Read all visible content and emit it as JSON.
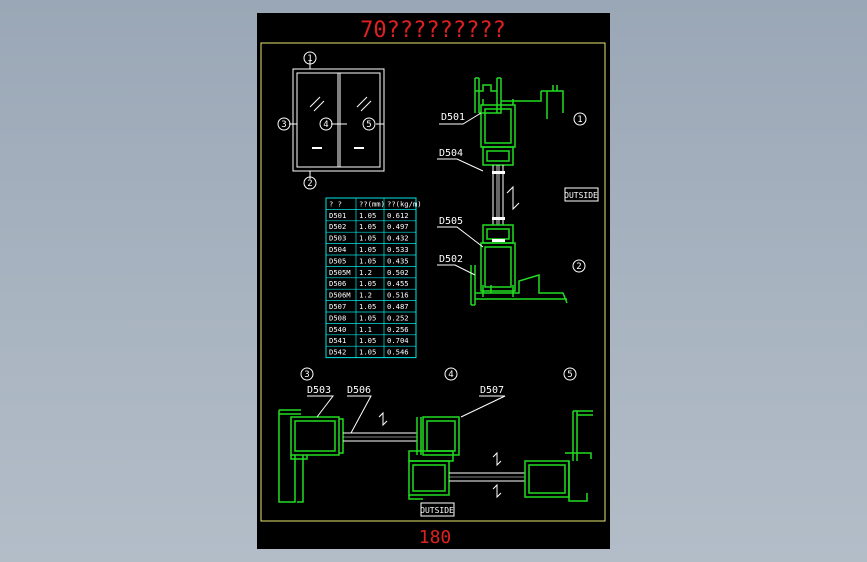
{
  "title": "70?????????",
  "page_number": "180",
  "labels": {
    "callout_1": "1",
    "callout_2": "2",
    "callout_3": "3",
    "callout_4": "4",
    "callout_5": "5",
    "outside_1": "OUTSIDE",
    "outside_2": "OUTSIDE",
    "profile_d501": "D501",
    "profile_d504": "D504",
    "profile_d505": "D505",
    "profile_d502": "D502",
    "profile_d503": "D503",
    "profile_d506": "D506",
    "profile_d507": "D507"
  },
  "table": {
    "headers": [
      "? ?",
      "??(mm)",
      "??(kg/m)"
    ],
    "rows": [
      [
        "D501",
        "1.05",
        "0.612"
      ],
      [
        "D502",
        "1.05",
        "0.497"
      ],
      [
        "D503",
        "1.05",
        "0.432"
      ],
      [
        "D504",
        "1.05",
        "0.533"
      ],
      [
        "D505",
        "1.05",
        "0.435"
      ],
      [
        "D505M",
        "1.2",
        "0.502"
      ],
      [
        "D506",
        "1.05",
        "0.455"
      ],
      [
        "D506M",
        "1.2",
        "0.516"
      ],
      [
        "D507",
        "1.05",
        "0.487"
      ],
      [
        "D508",
        "1.05",
        "0.252"
      ],
      [
        "D540",
        "1.1",
        "0.256"
      ],
      [
        "D541",
        "1.05",
        "0.704"
      ],
      [
        "D542",
        "1.05",
        "0.546"
      ]
    ]
  },
  "colors": {
    "sheet": "#000000",
    "border": "#e8e870",
    "title": "#e02020",
    "line": "#ffffff",
    "profile": "#22dd22",
    "table": "#00e5e5"
  }
}
